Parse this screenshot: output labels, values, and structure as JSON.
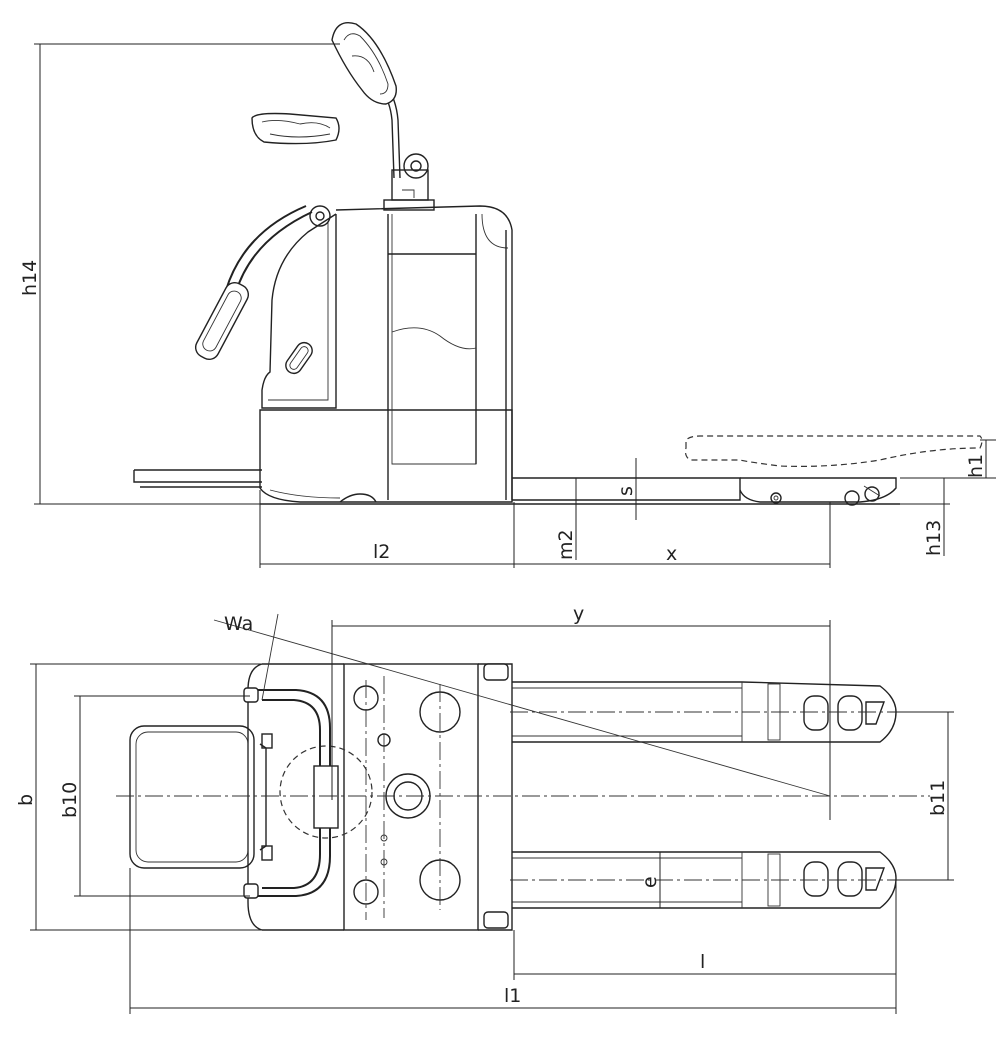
{
  "title": "",
  "side_view": {
    "labels": {
      "h14": "h14",
      "h1": "h1",
      "s": "s",
      "h13": "h13",
      "m2": "m2",
      "l2": "l2",
      "x": "x"
    }
  },
  "top_view": {
    "labels": {
      "y": "y",
      "Wa": "Wa",
      "b": "b",
      "b10": "b10",
      "b11": "b11",
      "e": "e",
      "l": "l",
      "l1": "l1"
    }
  },
  "colors": {
    "line": "#222222",
    "background": "#ffffff"
  }
}
